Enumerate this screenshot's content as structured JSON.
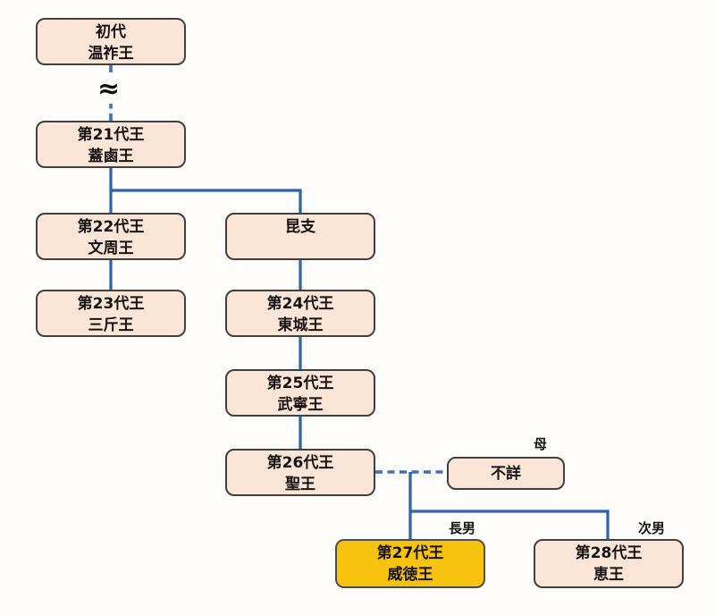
{
  "tree": {
    "gap_symbol": "≈",
    "tags": {
      "mother": "母",
      "eldest_son": "長男",
      "second_son": "次男"
    },
    "nodes": [
      {
        "id": "onjo",
        "line1": "初代",
        "line2": "温祚王"
      },
      {
        "id": "gaero",
        "line1": "第21代王",
        "line2": "蓋鹵王"
      },
      {
        "id": "munju",
        "line1": "第22代王",
        "line2": "文周王"
      },
      {
        "id": "gonji",
        "line1": "昆支",
        "line2": ""
      },
      {
        "id": "samgeun",
        "line1": "第23代王",
        "line2": "三斤王"
      },
      {
        "id": "dongseong",
        "line1": "第24代王",
        "line2": "東城王"
      },
      {
        "id": "muryeong",
        "line1": "第25代王",
        "line2": "武寧王"
      },
      {
        "id": "seong",
        "line1": "第26代王",
        "line2": "聖王"
      },
      {
        "id": "unknown-mother",
        "line1": "不詳",
        "line2": ""
      },
      {
        "id": "wideok",
        "line1": "第27代王",
        "line2": "威徳王",
        "highlight": true
      },
      {
        "id": "hye",
        "line1": "第28代王",
        "line2": "恵王"
      }
    ],
    "colors": {
      "node_fill": "#fbe5d6",
      "node_border": "#404040",
      "highlight_fill": "#f8c30f",
      "line_solid": "#2d62ae",
      "line_dashed": "#3d6fbd"
    }
  }
}
